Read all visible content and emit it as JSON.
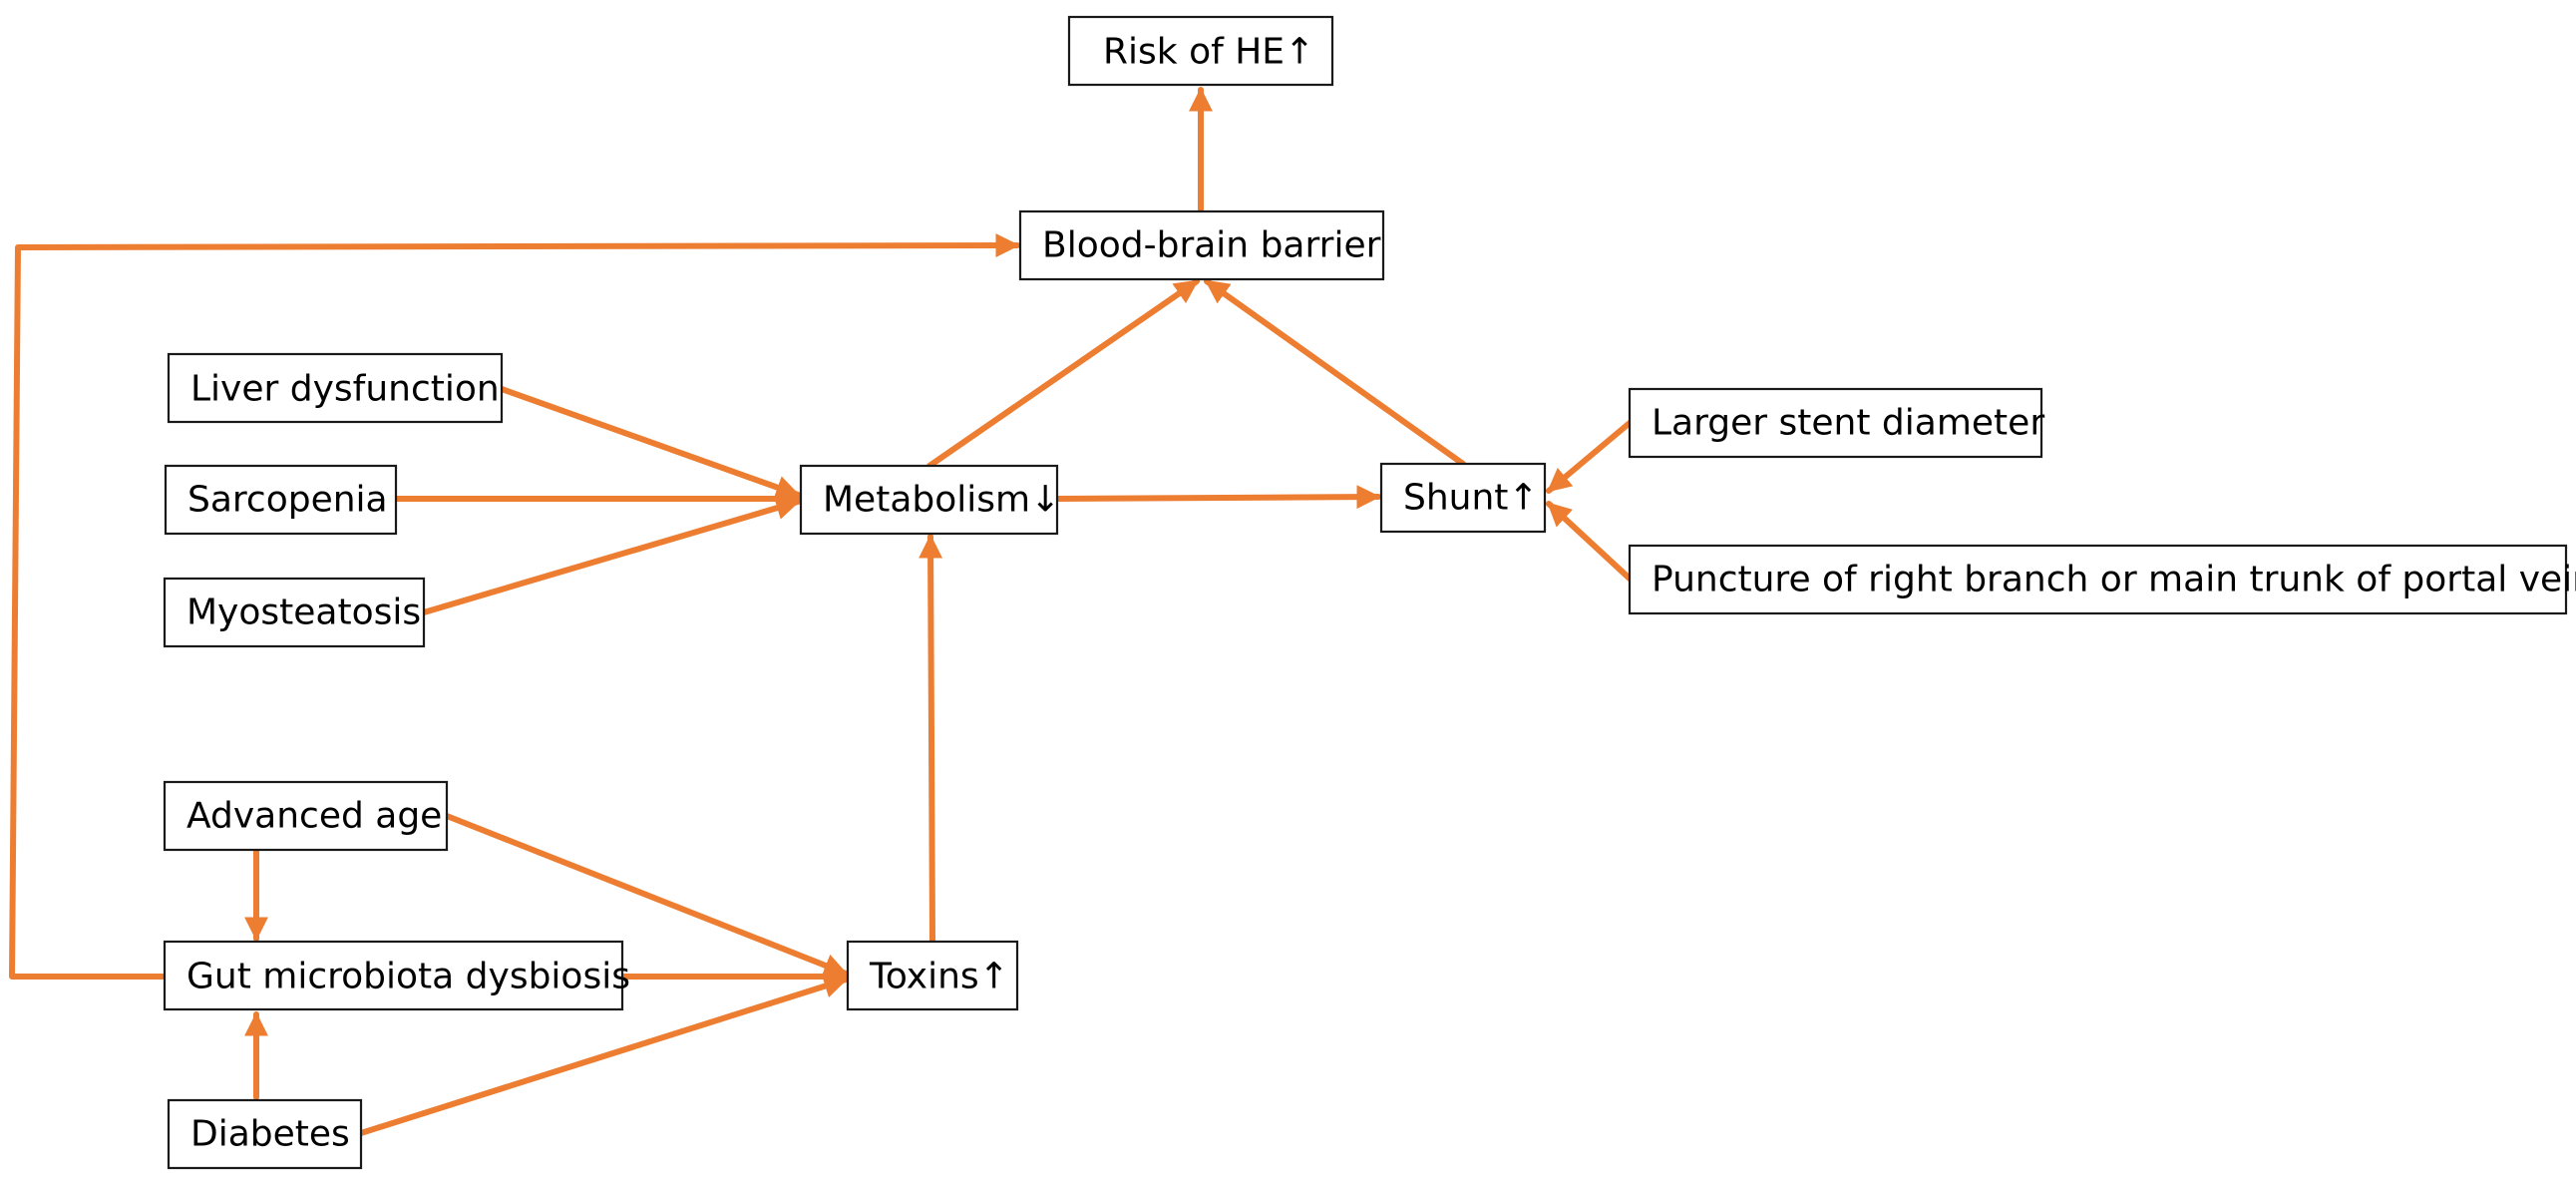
{
  "colors": {
    "arrow": "#ED7D31",
    "box_border": "#1a1a1a",
    "background": "#ffffff",
    "text": "#000000"
  },
  "nodes": {
    "risk_he": "Risk of HE↑",
    "bbb": "Blood-brain barrier",
    "liver": "Liver dysfunction",
    "sarcopenia": "Sarcopenia",
    "myosteatosis": "Myosteatosis",
    "metabolism": "Metabolism↓",
    "shunt": "Shunt↑",
    "stent": "Larger stent diameter",
    "puncture": "Puncture of right branch or main trunk of portal vein",
    "age": "Advanced age",
    "gut": "Gut microbiota dysbiosis",
    "diabetes": "Diabetes",
    "toxins": "Toxins↑"
  },
  "edges": [
    {
      "from": "bbb",
      "to": "risk_he"
    },
    {
      "from": "metabolism",
      "to": "bbb"
    },
    {
      "from": "shunt",
      "to": "bbb"
    },
    {
      "from": "liver",
      "to": "metabolism"
    },
    {
      "from": "sarcopenia",
      "to": "metabolism"
    },
    {
      "from": "myosteatosis",
      "to": "metabolism"
    },
    {
      "from": "metabolism",
      "to": "shunt"
    },
    {
      "from": "stent",
      "to": "shunt"
    },
    {
      "from": "puncture",
      "to": "shunt"
    },
    {
      "from": "toxins",
      "to": "metabolism"
    },
    {
      "from": "age",
      "to": "toxins"
    },
    {
      "from": "gut",
      "to": "toxins"
    },
    {
      "from": "diabetes",
      "to": "toxins"
    },
    {
      "from": "age",
      "to": "gut"
    },
    {
      "from": "diabetes",
      "to": "gut"
    },
    {
      "from": "gut",
      "to": "bbb"
    }
  ]
}
